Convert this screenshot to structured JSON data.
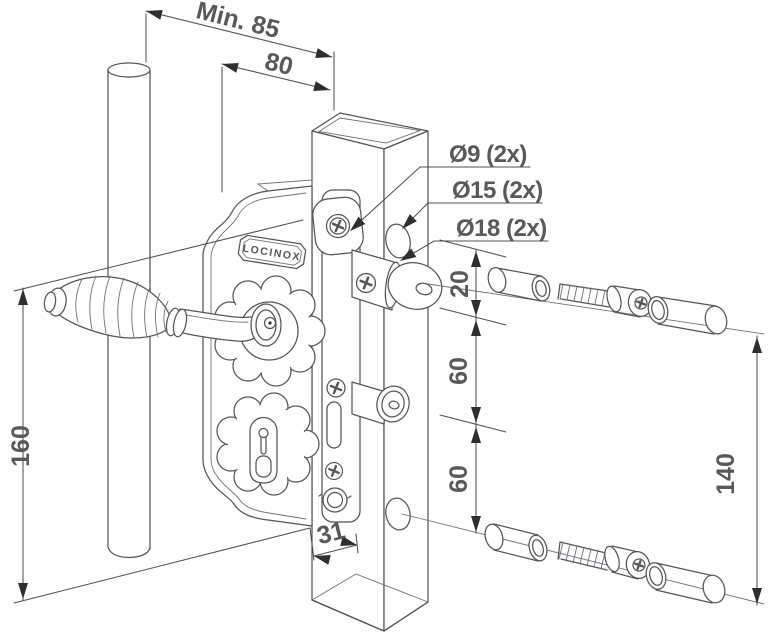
{
  "drawing": {
    "brand_plate": "LOCINOX",
    "dimensions": {
      "min85": "Min. 85",
      "d80": "80",
      "d20": "20",
      "d60_top": "60",
      "d60_bottom": "60",
      "d160": "160",
      "d140": "140",
      "d31": "31"
    },
    "hole_callouts": {
      "dia9": "Ø9 (2x)",
      "dia15": "Ø15 (2x)",
      "dia18": "Ø18 (2x)"
    },
    "colors": {
      "line": "#54565a",
      "dimension_text": "#58595b",
      "arrow": "#2e2f31",
      "background": "#ffffff"
    }
  }
}
